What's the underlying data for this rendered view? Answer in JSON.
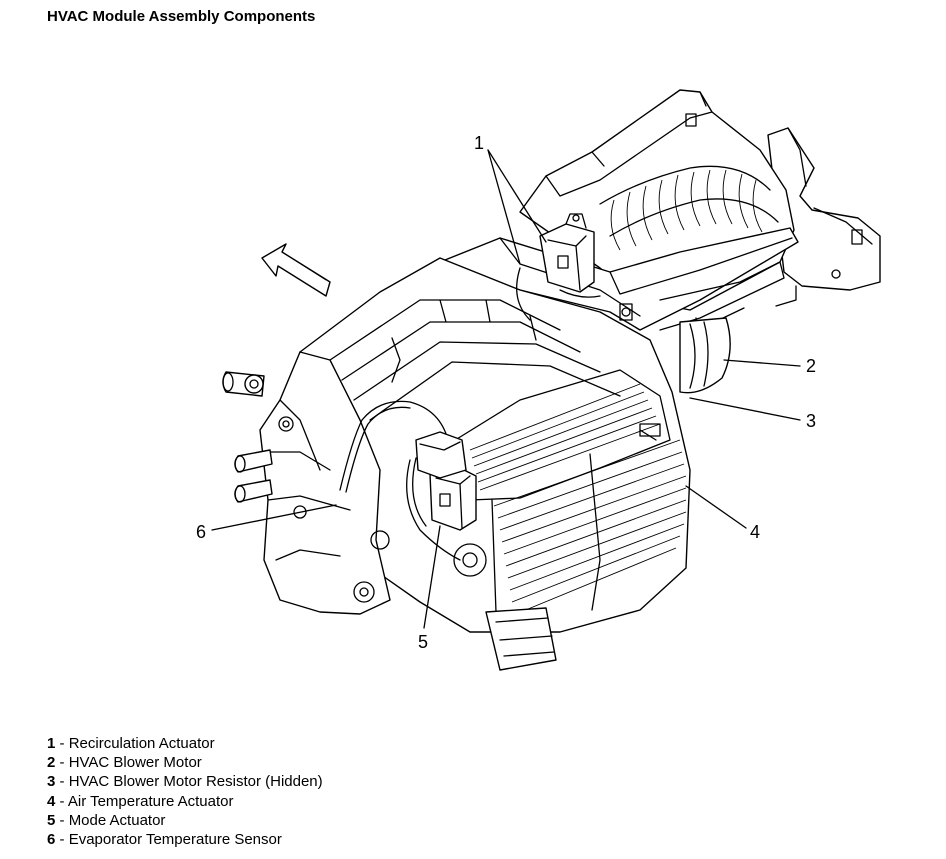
{
  "title": "HVAC Module Assembly Components",
  "callouts": [
    {
      "id": "1",
      "label": "1"
    },
    {
      "id": "2",
      "label": "2"
    },
    {
      "id": "3",
      "label": "3"
    },
    {
      "id": "4",
      "label": "4"
    },
    {
      "id": "5",
      "label": "5"
    },
    {
      "id": "6",
      "label": "6"
    }
  ],
  "legend": [
    {
      "number": "1",
      "separator": " - ",
      "text": "Recirculation Actuator"
    },
    {
      "number": "2",
      "separator": " - ",
      "text": "HVAC Blower Motor"
    },
    {
      "number": "3",
      "separator": " - ",
      "text": "HVAC Blower Motor Resistor (Hidden)"
    },
    {
      "number": "4",
      "separator": " - ",
      "text": "Air Temperature Actuator"
    },
    {
      "number": "5",
      "separator": " - ",
      "text": "Mode Actuator"
    },
    {
      "number": "6",
      "separator": " - ",
      "text": "Evaporator Temperature Sensor"
    }
  ]
}
